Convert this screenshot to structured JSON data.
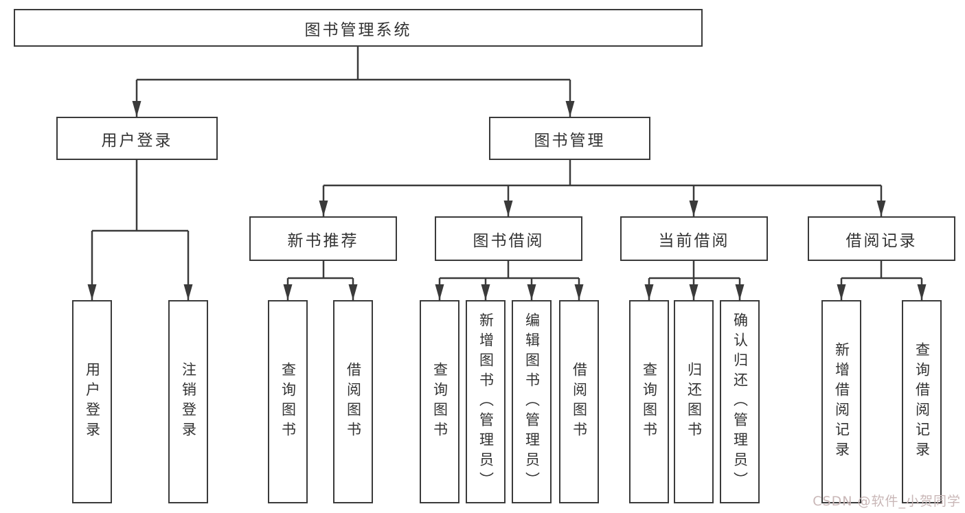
{
  "colors": {
    "line": "#3a3a3a",
    "text": "#333333",
    "background": "#ffffff",
    "watermark": "#c9b7b7"
  },
  "watermark": "CSDN @软件_小贺同学",
  "tree": {
    "root": {
      "label": "图书管理系统"
    },
    "branches": [
      {
        "label": "用户登录",
        "children": [
          {
            "label": "用户登录"
          },
          {
            "label": "注销登录"
          }
        ]
      },
      {
        "label": "图书管理",
        "children": [
          {
            "label": "新书推荐",
            "children": [
              {
                "label": "查询图书"
              },
              {
                "label": "借阅图书"
              }
            ]
          },
          {
            "label": "图书借阅",
            "children": [
              {
                "label": "查询图书"
              },
              {
                "label": "新增图书（管理员）"
              },
              {
                "label": "编辑图书（管理员）"
              },
              {
                "label": "借阅图书"
              }
            ]
          },
          {
            "label": "当前借阅",
            "children": [
              {
                "label": "查询图书"
              },
              {
                "label": "归还图书"
              },
              {
                "label": "确认归还（管理员）"
              }
            ]
          },
          {
            "label": "借阅记录",
            "children": [
              {
                "label": "新增借阅记录"
              },
              {
                "label": "查询借阅记录"
              }
            ]
          }
        ]
      }
    ]
  }
}
